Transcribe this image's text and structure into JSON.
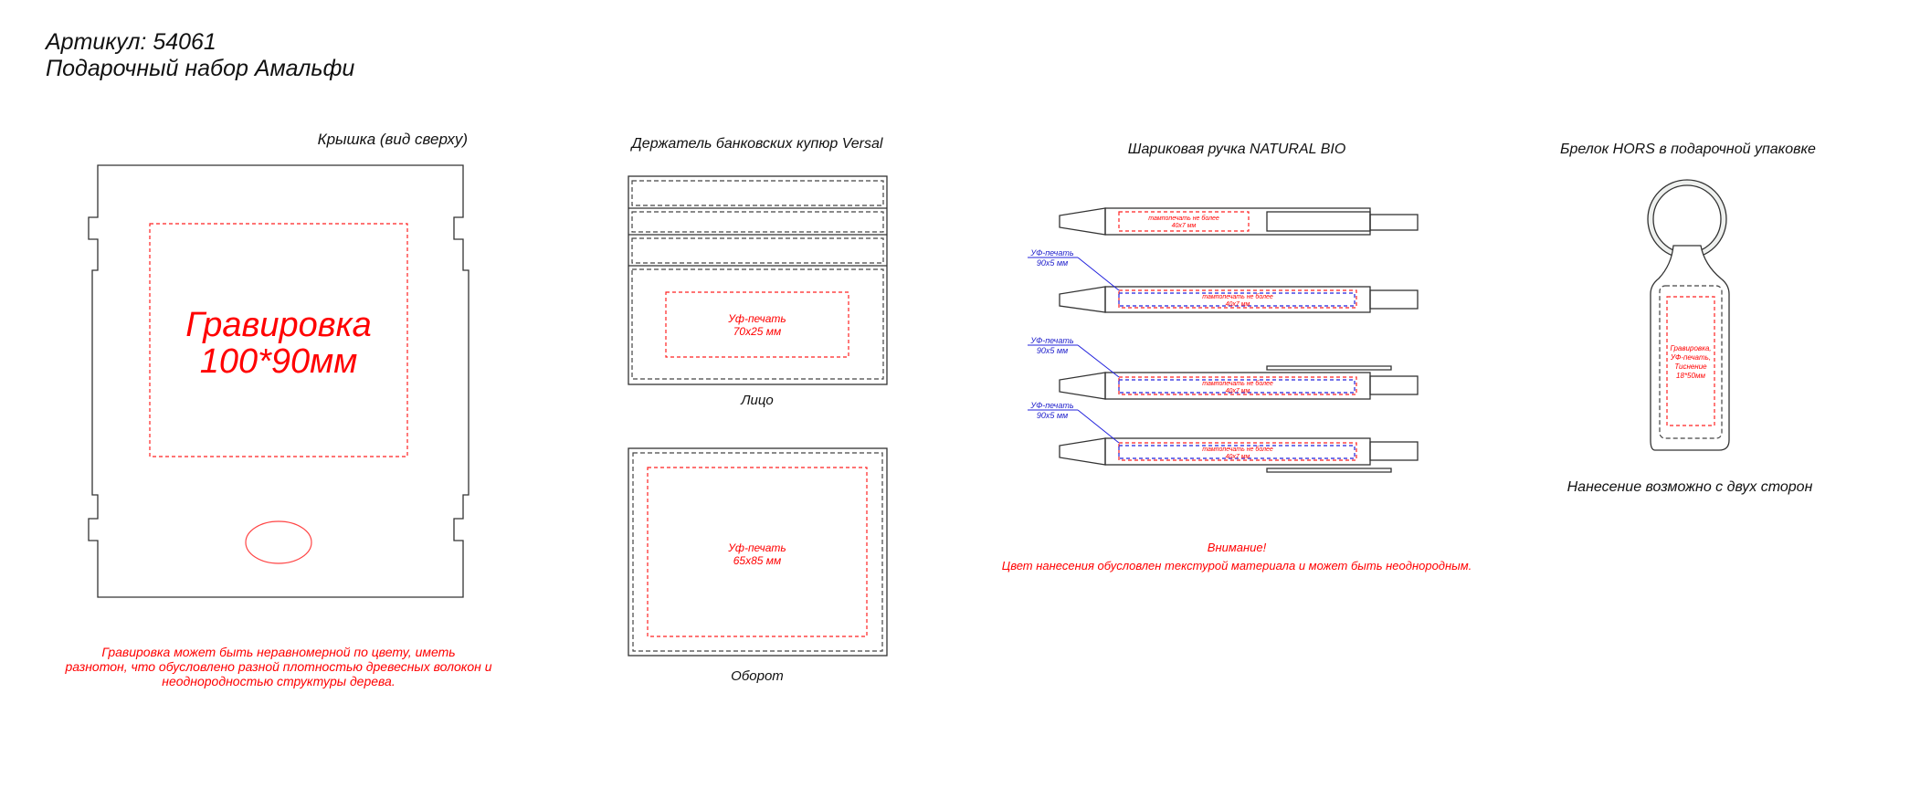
{
  "header": {
    "article": "Артикул: 54061",
    "name": "Подарочный набор Амальфи"
  },
  "lid": {
    "title": "Крышка (вид сверху)",
    "area_line1": "Гравировка",
    "area_line2": "100*90мм",
    "note": [
      "Гравировка может быть неравномерной по цвету, иметь",
      "разнотон, что обусловлено разной плотностью древесных волокон и",
      "неоднородностью структуры дерева."
    ]
  },
  "card_holder": {
    "title": "Держатель банковских купюр Versal",
    "front_area": [
      "Уф-печать",
      "70x25 мм"
    ],
    "front_label": "Лицо",
    "back_area": [
      "Уф-печать",
      "65x85 мм"
    ],
    "back_label": "Оборот"
  },
  "pen": {
    "title": "Шариковая ручка NATURAL BIO",
    "pad_print": [
      "тампопечать не более",
      "40x7 мм"
    ],
    "uv_print": [
      "УФ-печать",
      "90x5 мм"
    ],
    "warning_title": "Внимание!",
    "warning_text": "Цвет нанесения обусловлен текстурой материала и может быть неоднородным."
  },
  "keychain": {
    "title": "Брелок HORS в подарочной упаковке",
    "area": [
      "Гравировка,",
      "УФ-печать,",
      "Тиснение",
      "18*50мм"
    ],
    "note": "Нанесение возможно с двух сторон"
  }
}
